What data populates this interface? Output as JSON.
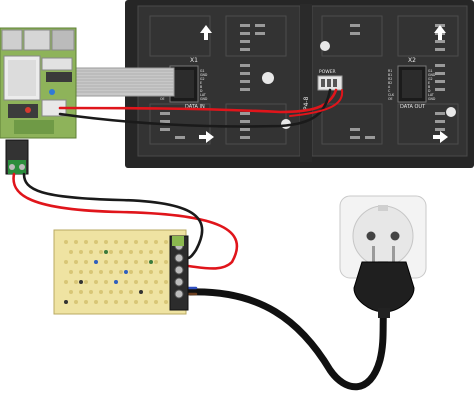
{
  "panel": {
    "left_connector_label": "X1",
    "left_data_label": "DATA IN",
    "right_connector_label": "X2",
    "right_data_label": "DATA OUT",
    "power_label": "POWER",
    "model_label": "P4-8",
    "left_pin_labels": [
      "R1",
      "B1",
      "R2",
      "B2",
      "A",
      "C",
      "CLK",
      "OE"
    ],
    "right_pin_labels": [
      "G1",
      "GND",
      "G2",
      "E",
      "B",
      "D",
      "LAT",
      "GND"
    ],
    "out_left_pin_labels": [
      "R1",
      "B1",
      "R2",
      "B2",
      "A",
      "C",
      "CLK",
      "OE"
    ],
    "out_right_pin_labels": [
      "G1",
      "GND",
      "G2",
      "E",
      "B",
      "D",
      "LAT",
      "GND"
    ]
  },
  "colors": {
    "panel": "#2d2d2d",
    "panel_cell": "#3a3a3a",
    "ribbon": "#bdbdbd",
    "wire_red": "#e0151b",
    "wire_black": "#1a1a1a",
    "board_green": "#7aa64c",
    "psu_yellow": "#e9dc8a",
    "outlet": "#f2f2f2",
    "plug": "#1f1f1f"
  },
  "icons": [
    "arrow-up-icon",
    "arrow-right-icon",
    "screw-terminal-icon",
    "socket-icon",
    "plug-icon"
  ]
}
